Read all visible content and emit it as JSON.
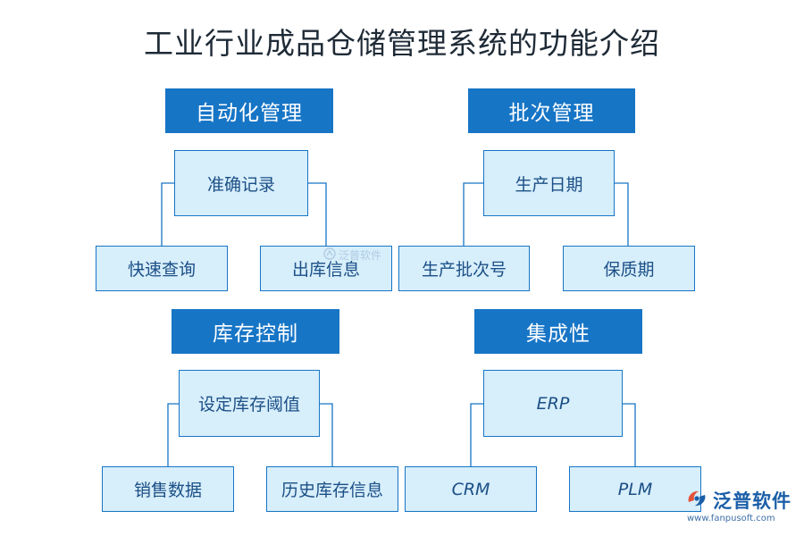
{
  "title": "工业行业成品仓储管理系统的功能介绍",
  "sections": [
    {
      "header": "自动化管理",
      "root": "准确记录",
      "children": [
        "快速查询",
        "出库信息"
      ]
    },
    {
      "header": "批次管理",
      "root": "生产日期",
      "children": [
        "生产批次号",
        "保质期"
      ]
    },
    {
      "header": "库存控制",
      "root": "设定库存阈值",
      "children": [
        "销售数据",
        "历史库存信息"
      ]
    },
    {
      "header": "集成性",
      "root": "ERP",
      "children": [
        "CRM",
        "PLM"
      ]
    }
  ],
  "watermark": {
    "text": "泛普软件",
    "icon": "fanpu-logo-icon"
  },
  "logo": {
    "text": "泛普软件",
    "url": "www.fanpusoft.com",
    "icon": "fanpu-logo-icon"
  },
  "colors": {
    "header_bg": "#1775c6",
    "node_fill": "#d7eefb",
    "node_border": "#1775c6",
    "node_text": "#1b4f86",
    "title_text": "#1e2a36"
  }
}
